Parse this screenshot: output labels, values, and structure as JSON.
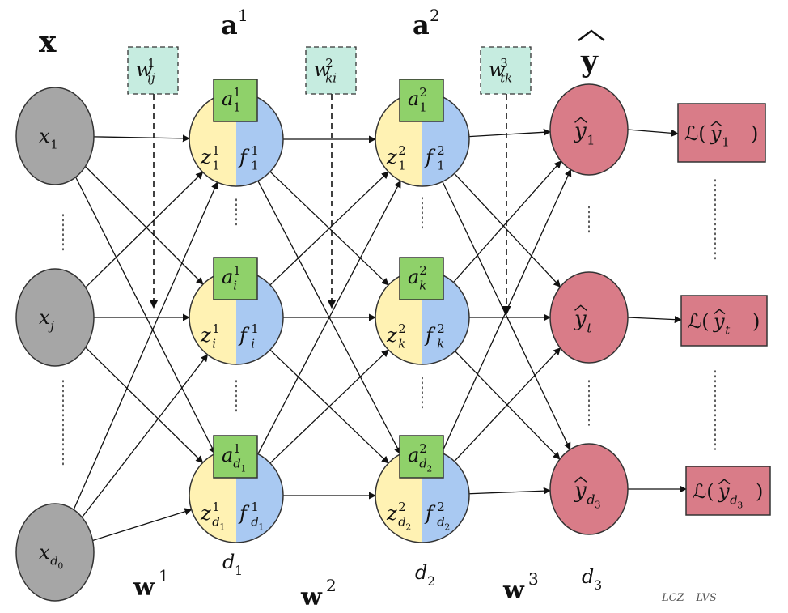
{
  "colors": {
    "input_node": "#a6a6a6",
    "hidden_pre_activation": "#fff2b3",
    "hidden_activation_fn": "#a9c9f2",
    "activation_box": "#8fd16a",
    "weight_box": "#c6ece0",
    "output_node": "#d97c88",
    "loss_box": "#d97c88",
    "edge": "#111111"
  },
  "layers": {
    "input": {
      "title": "x",
      "dim_label": ""
    },
    "hidden1": {
      "title": "a",
      "title_sup": "1",
      "dim_label": "d",
      "dim_sub": "1"
    },
    "hidden2": {
      "title": "a",
      "title_sup": "2",
      "dim_label": "d",
      "dim_sub": "2"
    },
    "output": {
      "title": "y",
      "title_hat": "^",
      "dim_label": "d",
      "dim_sub": "3"
    }
  },
  "input_nodes": [
    {
      "base": "x",
      "sub": "1",
      "subsub": ""
    },
    {
      "base": "x",
      "sub": "j",
      "subsub": ""
    },
    {
      "base": "x",
      "sub": "d",
      "subsub": "0"
    }
  ],
  "hidden1_nodes": [
    {
      "act": "a",
      "act_sup": "1",
      "act_sub": "1",
      "act_subsub": "",
      "z": "z",
      "z_sup": "1",
      "z_sub": "1",
      "z_subsub": "",
      "f": "f",
      "f_sup": "1",
      "f_sub": "1",
      "f_subsub": ""
    },
    {
      "act": "a",
      "act_sup": "1",
      "act_sub": "i",
      "act_subsub": "",
      "z": "z",
      "z_sup": "1",
      "z_sub": "i",
      "z_subsub": "",
      "f": "f",
      "f_sup": "1",
      "f_sub": "i",
      "f_subsub": ""
    },
    {
      "act": "a",
      "act_sup": "1",
      "act_sub": "d",
      "act_subsub": "1",
      "z": "z",
      "z_sup": "1",
      "z_sub": "d",
      "z_subsub": "1",
      "f": "f",
      "f_sup": "1",
      "f_sub": "d",
      "f_subsub": "1"
    }
  ],
  "hidden2_nodes": [
    {
      "act": "a",
      "act_sup": "2",
      "act_sub": "1",
      "act_subsub": "",
      "z": "z",
      "z_sup": "2",
      "z_sub": "1",
      "z_subsub": "",
      "f": "f",
      "f_sup": "2",
      "f_sub": "1",
      "f_subsub": ""
    },
    {
      "act": "a",
      "act_sup": "2",
      "act_sub": "k",
      "act_subsub": "",
      "z": "z",
      "z_sup": "2",
      "z_sub": "k",
      "z_subsub": "",
      "f": "f",
      "f_sup": "2",
      "f_sub": "k",
      "f_subsub": ""
    },
    {
      "act": "a",
      "act_sup": "2",
      "act_sub": "d",
      "act_subsub": "2",
      "z": "z",
      "z_sup": "2",
      "z_sub": "d",
      "z_subsub": "2",
      "f": "f",
      "f_sup": "2",
      "f_sub": "d",
      "f_subsub": "2"
    }
  ],
  "output_nodes": [
    {
      "base": "y",
      "hat": "^",
      "sub": "1",
      "subsub": ""
    },
    {
      "base": "y",
      "hat": "^",
      "sub": "t",
      "subsub": ""
    },
    {
      "base": "y",
      "hat": "^",
      "sub": "d",
      "subsub": "3"
    }
  ],
  "loss_boxes": [
    {
      "fn": "ℒ(",
      "base": "y",
      "hat": "^",
      "sub": "1",
      "subsub": "",
      "close": ")"
    },
    {
      "fn": "ℒ(",
      "base": "y",
      "hat": "^",
      "sub": "t",
      "subsub": "",
      "close": ")"
    },
    {
      "fn": "ℒ(",
      "base": "y",
      "hat": "^",
      "sub": "d",
      "subsub": "3",
      "close": ")"
    }
  ],
  "weight_labels": [
    {
      "base": "w",
      "sup": "1",
      "sub": "ij"
    },
    {
      "base": "w",
      "sup": "2",
      "sub": "ki"
    },
    {
      "base": "w",
      "sup": "3",
      "sub": "tk"
    }
  ],
  "weight_matrices": [
    {
      "base": "w",
      "sup": "1"
    },
    {
      "base": "w",
      "sup": "2"
    },
    {
      "base": "w",
      "sup": "3"
    }
  ],
  "credit": "LCZ – LVS"
}
